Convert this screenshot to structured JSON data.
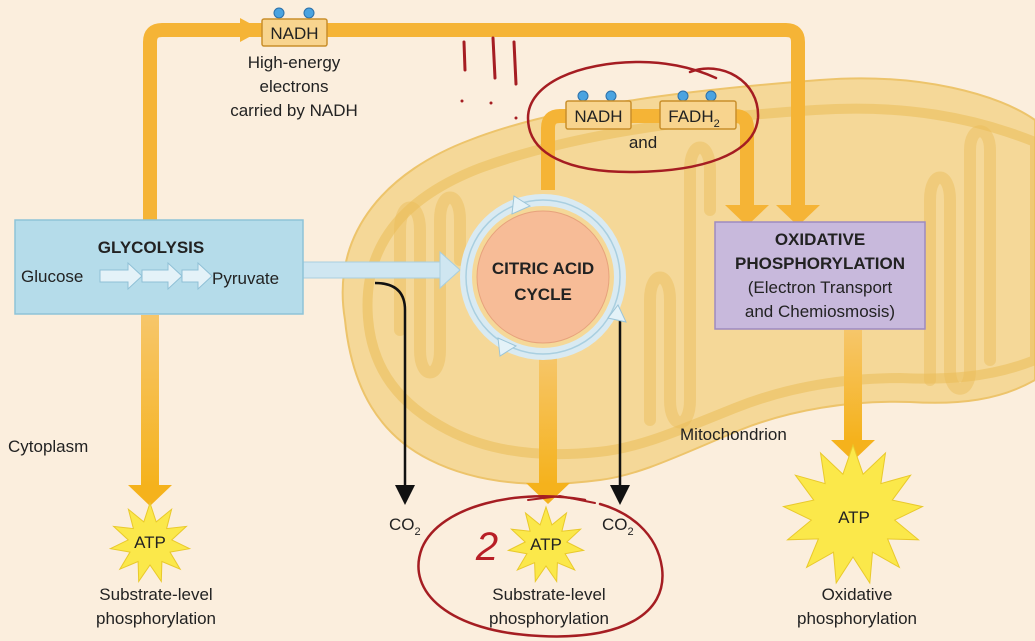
{
  "top_nadh": {
    "label": "NADH",
    "caption_line1": "High-energy",
    "caption_line2": "electrons",
    "caption_line3": "carried by NADH"
  },
  "krebs_carriers": {
    "nadh": "NADH",
    "fadh_base": "FADH",
    "fadh_sub": "2",
    "and": "and"
  },
  "glycolysis": {
    "title": "GLYCOLYSIS",
    "glucose": "Glucose",
    "pyruvate": "Pyruvate"
  },
  "citric_acid_cycle": {
    "line1": "CITRIC ACID",
    "line2": "CYCLE"
  },
  "oxidative_phosphorylation": {
    "line1": "OXIDATIVE",
    "line2": "PHOSPHORYLATION",
    "line3": "(Electron Transport",
    "line4": "and Chemiosmosis)"
  },
  "regions": {
    "cytoplasm": "Cytoplasm",
    "mitochondrion": "Mitochondrion"
  },
  "co2": {
    "base": "CO",
    "sub": "2"
  },
  "atp": {
    "left": "ATP",
    "middle": "ATP",
    "right": "ATP"
  },
  "captions": {
    "left_line1": "Substrate-level",
    "left_line2": "phosphorylation",
    "middle_line1": "Substrate-level",
    "middle_line2": "phosphorylation",
    "right_line1": "Oxidative",
    "right_line2": "phosphorylation"
  },
  "annotation": {
    "handwritten_number": "2"
  },
  "colors": {
    "background": "#fbeedd",
    "mitochondrion": "#f5d898",
    "arrow": "#f5b436",
    "glycolysis_box": "#b5dcea",
    "oxphos_box": "#c8b9dc",
    "cycle": "#f7bc97",
    "atp_burst": "#fbe84a",
    "annotation_red": "#a51d22"
  }
}
